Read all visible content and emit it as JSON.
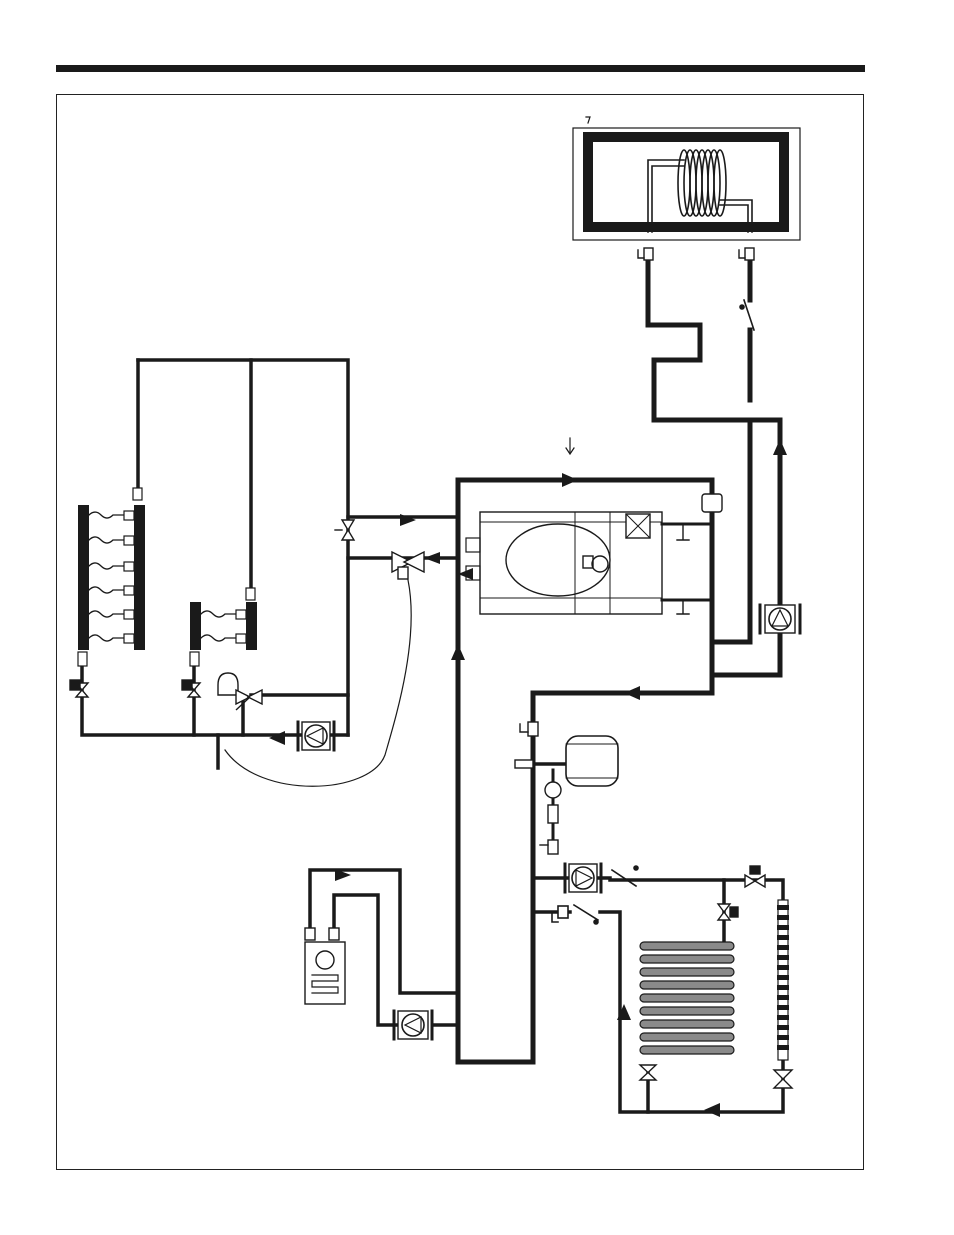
{
  "page": {
    "has_header_rule": true,
    "background": "#ffffff",
    "ink": "#1a1a1a"
  },
  "diagram": {
    "kind": "hydronic piping schematic",
    "text_labels": [],
    "components": [
      {
        "name": "indirect-water-heater-coil-tank",
        "icon": "coil-tank-icon"
      },
      {
        "name": "boiler",
        "icon": "boiler-icon"
      },
      {
        "name": "expansion-tank",
        "icon": "expansion-tank-icon"
      },
      {
        "name": "radiant-floor-manifold-large",
        "icon": "manifold-icon"
      },
      {
        "name": "radiant-floor-manifold-small",
        "icon": "manifold-icon"
      },
      {
        "name": "panel-radiator",
        "icon": "radiator-icon"
      },
      {
        "name": "baseboard-convector",
        "icon": "baseboard-icon"
      },
      {
        "name": "air-handler-coil",
        "icon": "fan-coil-icon"
      },
      {
        "name": "circulator-pump-dhw",
        "icon": "pump-icon"
      },
      {
        "name": "circulator-pump-radiant",
        "icon": "pump-icon"
      },
      {
        "name": "circulator-pump-air-handler",
        "icon": "pump-icon"
      },
      {
        "name": "circulator-pump-radiator",
        "icon": "pump-icon"
      },
      {
        "name": "mixing-valve",
        "icon": "mixing-valve-icon"
      },
      {
        "name": "air-separator",
        "icon": "air-separator-icon"
      }
    ]
  }
}
